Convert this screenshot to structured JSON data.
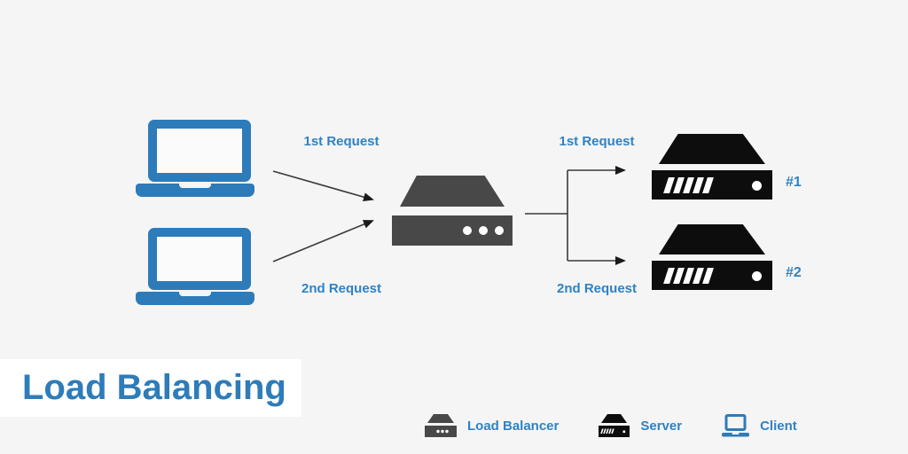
{
  "title": {
    "text": "Load Balancing"
  },
  "diagram": {
    "left_flow_labels": {
      "first": "1st Request",
      "second": "2nd Request"
    },
    "right_flow_labels": {
      "first": "1st Request",
      "second": "2nd Request"
    },
    "servers": [
      {
        "label": "#1"
      },
      {
        "label": "#2"
      }
    ]
  },
  "legend": {
    "items": [
      {
        "icon": "load-balancer-icon",
        "label": "Load Balancer"
      },
      {
        "icon": "server-icon",
        "label": "Server"
      },
      {
        "icon": "client-icon",
        "label": "Client"
      }
    ]
  },
  "colors": {
    "background": "#f5f5f5",
    "client_blue": "#2e7bb9",
    "label_blue": "#2f82c4",
    "load_balancer_gray": "#484848",
    "server_black": "#0d0d0d",
    "connector_line": "#3a3a3a",
    "banner_white": "#ffffff"
  }
}
